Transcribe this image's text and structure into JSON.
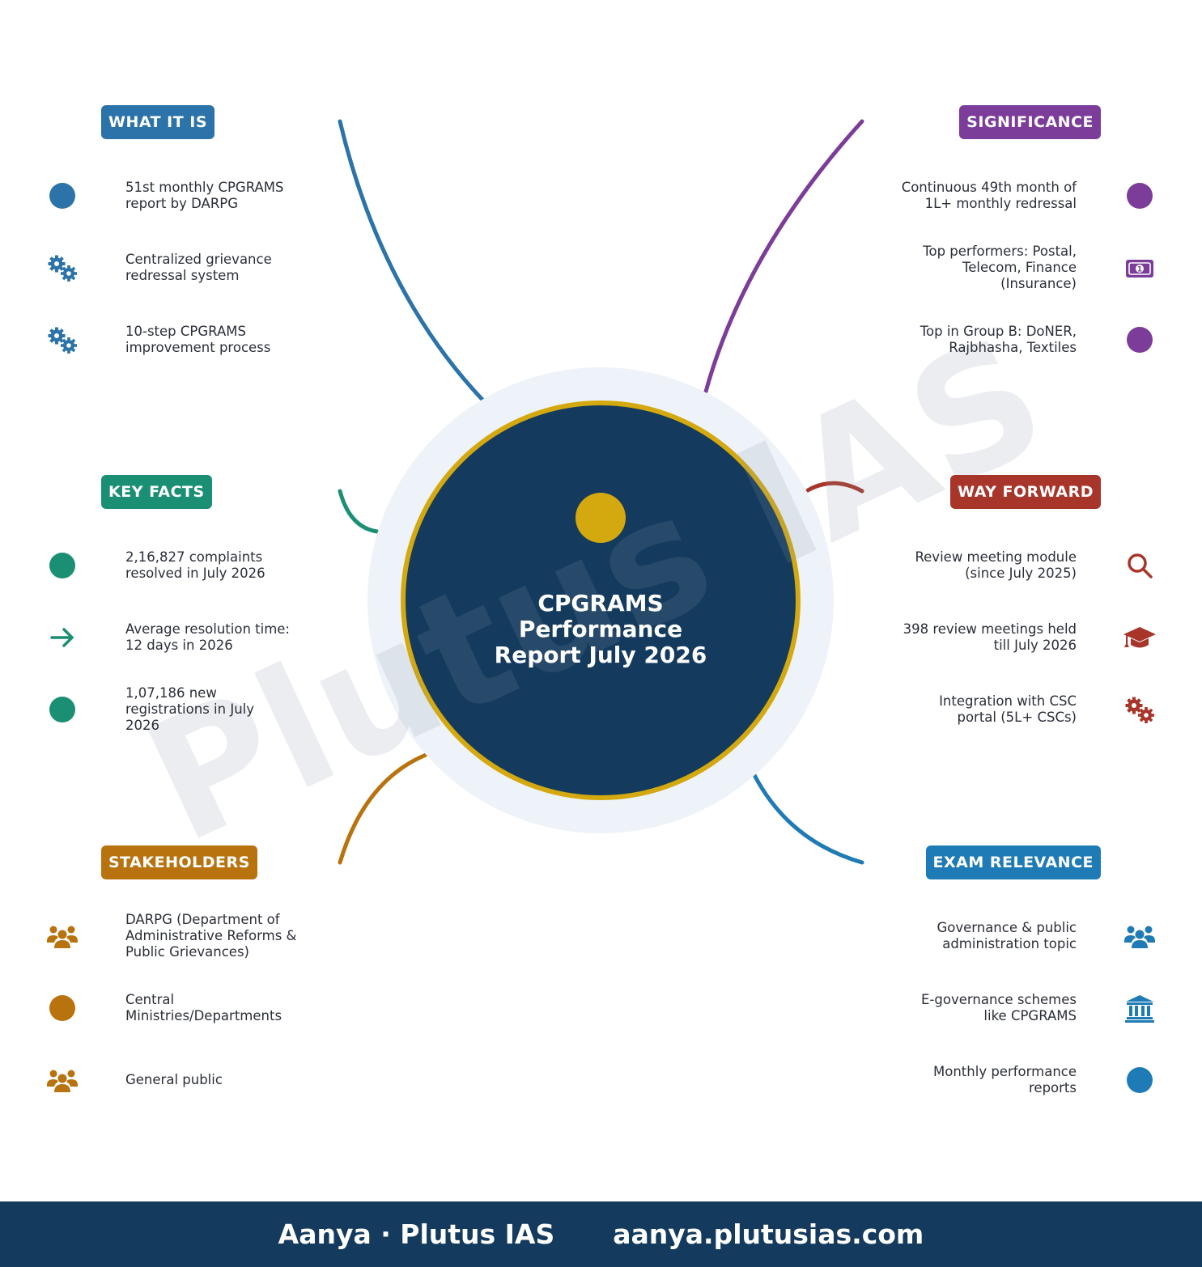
{
  "center": {
    "title": "CPGRAMS\nPerformance\nReport July 2026"
  },
  "watermark": "Plutus IAS",
  "colors": {
    "center_fill": "#143b5e",
    "center_ring": "#d4a90f",
    "halo": "#eef3f9",
    "what_it_is": "#2b73a8",
    "key_facts": "#1a8f74",
    "stakeholders": "#b8730f",
    "significance": "#7b3c9a",
    "way_forward": "#a8352a",
    "exam_relevance": "#1f7bb6"
  },
  "sections": [
    {
      "id": "what_it_is",
      "label": "WHAT IT IS",
      "items": [
        {
          "text": "51st monthly CPGRAMS\nreport by DARPG",
          "icon": "circle-icon"
        },
        {
          "text": "Centralized grievance\nredressal system",
          "icon": "gears-icon"
        },
        {
          "text": "10-step CPGRAMS\nimprovement process",
          "icon": "gears-icon"
        }
      ]
    },
    {
      "id": "key_facts",
      "label": "KEY FACTS",
      "items": [
        {
          "text": "2,16,827 complaints\nresolved in July 2026",
          "icon": "circle-icon"
        },
        {
          "text": "Average resolution time:\n12 days in 2026",
          "icon": "arrow-right-icon"
        },
        {
          "text": "1,07,186 new\nregistrations in July\n2026",
          "icon": "circle-icon"
        }
      ]
    },
    {
      "id": "stakeholders",
      "label": "STAKEHOLDERS",
      "items": [
        {
          "text": "DARPG (Department of\nAdministrative Reforms &\nPublic Grievances)",
          "icon": "users-icon"
        },
        {
          "text": "Central\nMinistries/Departments",
          "icon": "circle-icon"
        },
        {
          "text": "General public",
          "icon": "users-icon"
        }
      ]
    },
    {
      "id": "significance",
      "label": "SIGNIFICANCE",
      "items": [
        {
          "text": "Continuous 49th month of\n1L+ monthly redressal",
          "icon": "circle-icon"
        },
        {
          "text": "Top performers: Postal,\nTelecom, Finance\n(Insurance)",
          "icon": "money-icon"
        },
        {
          "text": "Top in Group B: DoNER,\nRajbhasha, Textiles",
          "icon": "circle-icon"
        }
      ]
    },
    {
      "id": "way_forward",
      "label": "WAY FORWARD",
      "items": [
        {
          "text": "Review meeting module\n(since July 2025)",
          "icon": "search-icon"
        },
        {
          "text": "398 review meetings held\ntill July 2026",
          "icon": "graduation-cap-icon"
        },
        {
          "text": "Integration with CSC\nportal (5L+ CSCs)",
          "icon": "gears-icon"
        }
      ]
    },
    {
      "id": "exam_relevance",
      "label": "EXAM RELEVANCE",
      "items": [
        {
          "text": "Governance & public\nadministration topic",
          "icon": "users-icon"
        },
        {
          "text": "E-governance schemes\nlike CPGRAMS",
          "icon": "bank-icon"
        },
        {
          "text": "Monthly performance\nreports",
          "icon": "circle-icon"
        }
      ]
    }
  ],
  "footer": {
    "left": "Aanya · Plutus IAS",
    "right": "aanya.plutusias.com"
  }
}
